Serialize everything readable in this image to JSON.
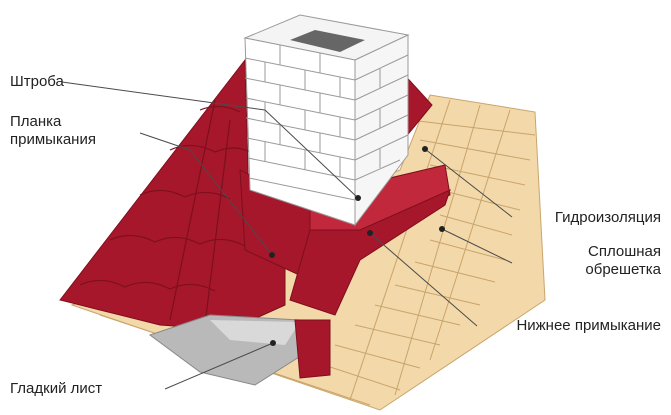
{
  "labels": {
    "chimney_chase": "Штроба",
    "junction_strip_line1": "Планка",
    "junction_strip_line2": "примыкания",
    "waterproofing": "Гидроизоляция",
    "sheathing_line1": "Сплошная",
    "sheathing_line2": "обрешетка",
    "lower_junction": "Нижнее примыкание",
    "smooth_sheet": "Гладкий лист"
  },
  "colors": {
    "roof_red": "#a6172b",
    "roof_red_dark": "#7d0f1e",
    "roof_red_light": "#c1283b",
    "wood": "#f3d9a9",
    "wood_line": "#c9a46c",
    "brick": "#ffffff",
    "brick_line": "#9a9a9a",
    "metal": "#b9b9b9",
    "leader": "#4a4a4a"
  }
}
